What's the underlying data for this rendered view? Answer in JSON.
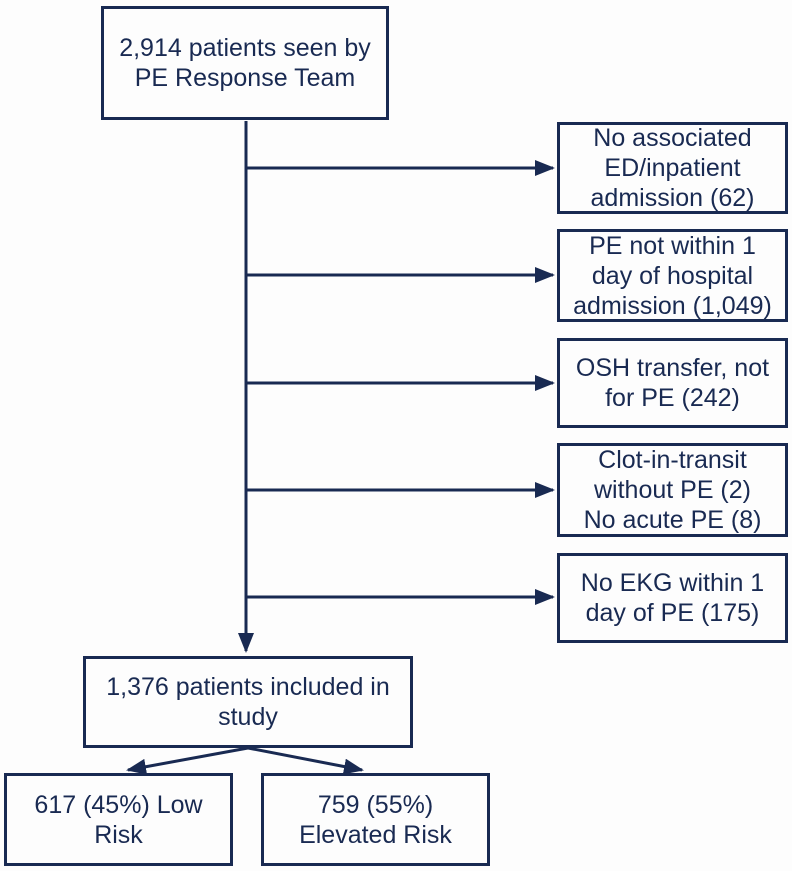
{
  "colors": {
    "line": "#192a52",
    "text": "#192a52",
    "background": "#fdfdfd"
  },
  "flowchart": {
    "top_box": {
      "text": "2,914 patients seen by\nPE Response Team"
    },
    "exclusions": [
      {
        "text": "No associated\nED/inpatient\nadmission (62)"
      },
      {
        "text": "PE not within 1\nday of hospital\nadmission (1,049)"
      },
      {
        "text": "OSH transfer, not\nfor PE (242)"
      },
      {
        "text": "Clot-in-transit\nwithout PE (2)\nNo acute PE (8)"
      },
      {
        "text": "No EKG within 1\nday of PE (175)"
      }
    ],
    "included_box": {
      "text": "1,376 patients included in\nstudy"
    },
    "outcomes": [
      {
        "text": "617 (45%) Low\nRisk"
      },
      {
        "text": "759 (55%)\nElevated Risk"
      }
    ]
  }
}
